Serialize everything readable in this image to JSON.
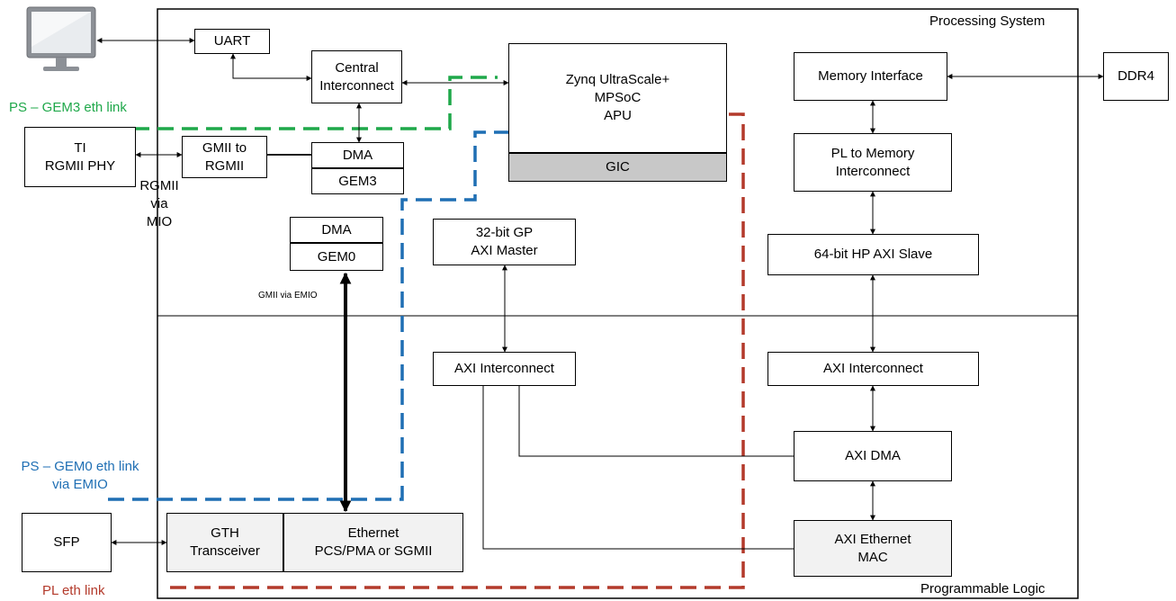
{
  "regions": {
    "processing_system": "Processing System",
    "programmable_logic": "Programmable Logic"
  },
  "blocks": {
    "uart": "UART",
    "central_interconnect": "Central\nInterconnect",
    "apu": "Zynq UltraScale+\nMPSoC\nAPU",
    "gic": "GIC",
    "memory_interface": "Memory Interface",
    "ddr4": "DDR4",
    "pl_to_memory_interconnect": "PL to Memory\nInterconnect",
    "hp_axi_slave": "64-bit HP AXI Slave",
    "ti_phy": "TI\nRGMII PHY",
    "gmii_to_rgmii": "GMII to\nRGMII",
    "gem3_dma": "DMA",
    "gem3": "GEM3",
    "gem0_dma": "DMA",
    "gem0": "GEM0",
    "gp_axi_master": "32-bit GP\nAXI  Master",
    "axi_interconnect_left": "AXI Interconnect",
    "axi_interconnect_right": "AXI Interconnect",
    "axi_dma": "AXI DMA",
    "axi_ethernet_mac": "AXI Ethernet\nMAC",
    "sfp": "SFP",
    "gth_transceiver": "GTH\nTransceiver",
    "ethernet_pcs_pma": "Ethernet\nPCS/PMA or SGMII"
  },
  "labels": {
    "rgmii_via_mio": "RGMII\nvia\nMIO",
    "gmii_via_emio": "GMII via EMIO",
    "ps_gem3_link": "PS – GEM3 eth link",
    "ps_gem0_link": "PS – GEM0 eth link\nvia EMIO",
    "pl_link": "PL eth link"
  },
  "icons": {
    "monitor": "monitor-icon"
  },
  "colors": {
    "gem3_link": "#1fa84a",
    "gem0_link": "#1f6fb4",
    "pl_link": "#b33a2b",
    "gic_fill": "#c8c8c8",
    "pl_block_fill": "#f2f2f2"
  }
}
